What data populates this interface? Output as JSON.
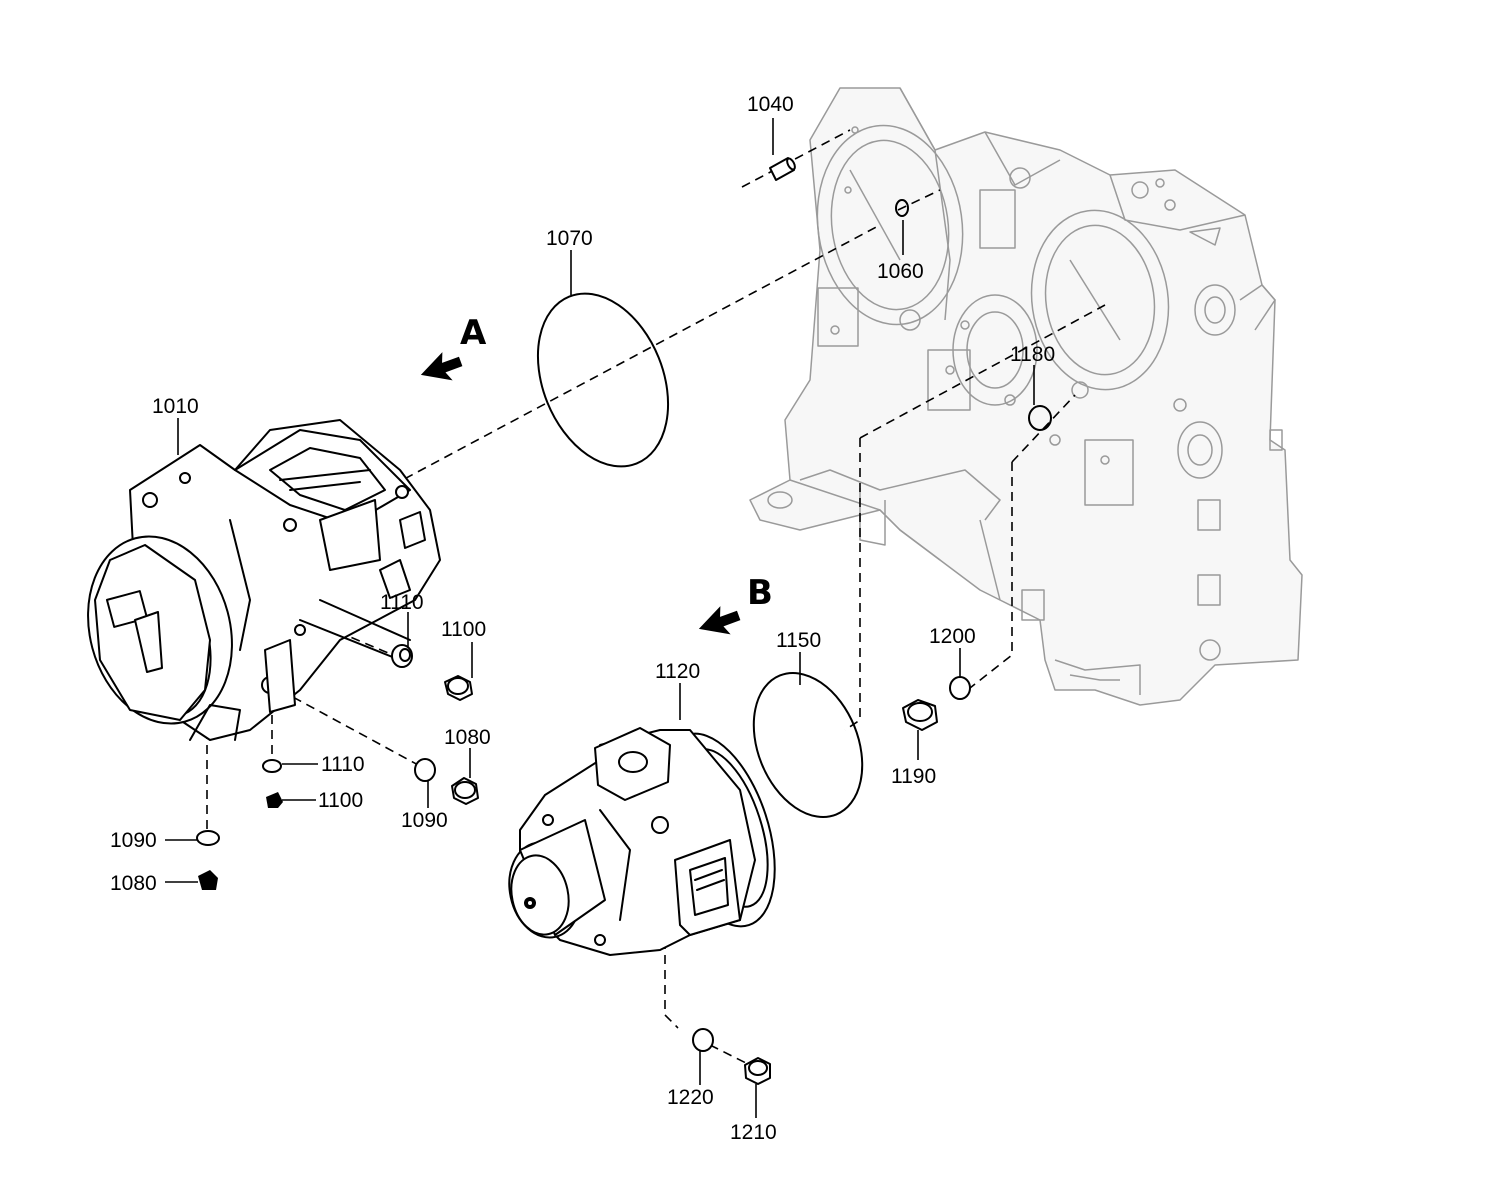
{
  "diagram": {
    "view_labels": {
      "a": "A",
      "b": "B"
    },
    "parts": {
      "p1010": "1010",
      "p1040": "1040",
      "p1060": "1060",
      "p1070": "1070",
      "p1080_left": "1080",
      "p1080_center": "1080",
      "p1090_left": "1090",
      "p1090_center": "1090",
      "p1100_top": "1100",
      "p1100_bottom": "1100",
      "p1110_top": "1110",
      "p1110_bottom": "1110",
      "p1120": "1120",
      "p1150": "1150",
      "p1180": "1180",
      "p1190": "1190",
      "p1200": "1200",
      "p1210": "1210",
      "p1220": "1220"
    }
  }
}
